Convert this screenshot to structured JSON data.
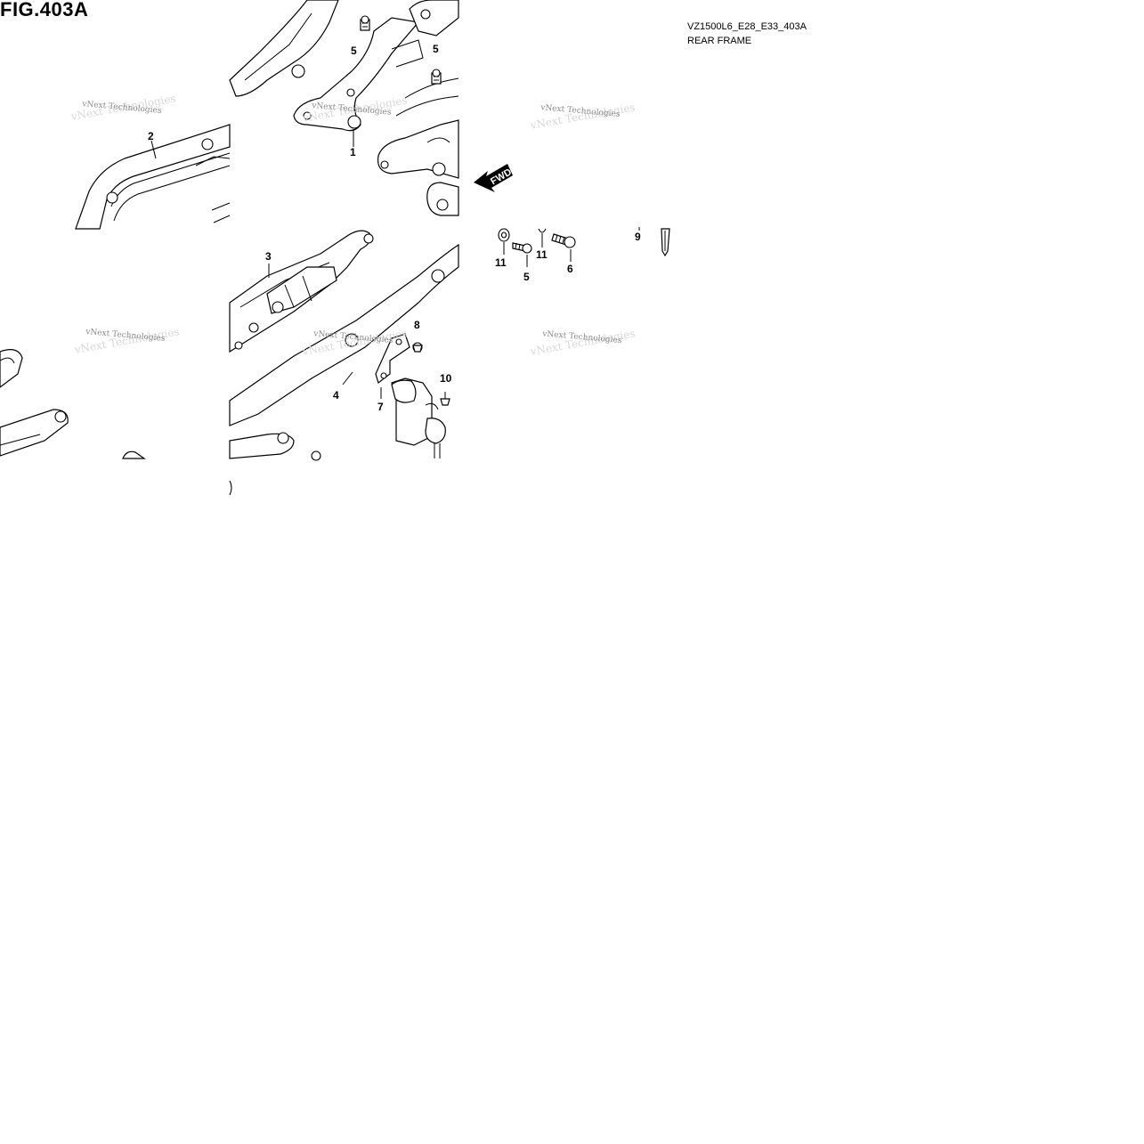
{
  "figure": {
    "title": "FIG.403A",
    "code": "VZ1500L6_E28_E33_403A",
    "name": "REAR FRAME"
  },
  "watermark": {
    "text": "vNext Technologies"
  },
  "direction": {
    "label": "FWD"
  },
  "callouts": {
    "c1": "1",
    "c2": "2",
    "c3": "3",
    "c4": "4",
    "c5a": "5",
    "c5b": "5",
    "c5c": "5",
    "c6": "6",
    "c7": "7",
    "c8": "8",
    "c9": "9",
    "c10": "10",
    "c11a": "11",
    "c11b": "11"
  }
}
